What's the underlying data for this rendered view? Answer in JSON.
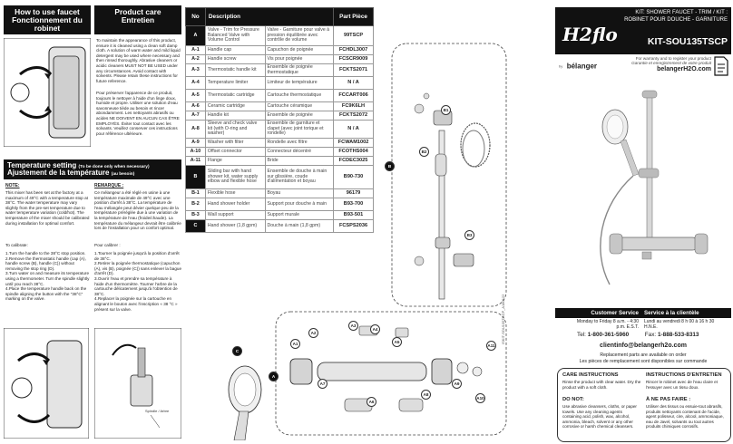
{
  "left": {
    "how_to_use_en": "How to use faucet",
    "how_to_use_fr": "Fonctionnement du robinet",
    "note_en": "NOTE:",
    "note_fr": "REMARQUE :",
    "temp_title_en": "Temperature setting",
    "temp_title_note_en": "(To be done only when necessary)",
    "temp_title_fr": "Ajustement de la température",
    "temp_title_note_fr": "(au besoin)",
    "temp_body_en": "This mixer has been set at the factory at a maximum of 49°C with a temperature stop at 38°C. The water temperature may vary slightly from the pre-set temperature due to water temperature variation (cold/hot). The temperature of the mixer should be calibrated during installation for optimal comfort.",
    "calibrate_en": "To calibrate:",
    "steps_en": "1.Turn the handle to the 38°C stop position.\n2.Remove the thermostatic handle (cap (A), handle screw (B), handle (C)) without removing the stop ring (D).\n3.Turn water on and measure its temperature using a thermometer. Turn the spindle slightly until you reach 38°C.\n4.Place the temperature handle back on the spindle aligning the button with the \"38°C\" marking on the valve.",
    "temp_body_fr": "Ce mélangeur a été réglé en usine à une température maximale de 49°C avec une position d'arrêt à 38°C. La température de l'eau mélangée peut dévier quelque peu de la température préréglée due à une variation de la température de l'eau (froide/chaude). La température du mélangeur devrait être calibrée lors de l'installation pour un confort optimal.",
    "calibrate_fr": "Pour calibrer :",
    "steps_fr": "1.Tourner la poignée jusqu'à la position d'arrêt de 38°C.\n2.Retirer la poignée thermostatique (capuchon (A), vis (B), poignée (C)) sans enlever la bague d'arrêt (D).\n3.Ouvrir l'eau et prendre sa température à l'aide d'un thermomètre. Tourner l'arbre de la cartouche délicatement jusqu'à l'obtention de 38°C.\n4.Replacer la poignée sur la cartouche en alignant le bouton avec l'inscription « 38 °C » présent sur la valve.",
    "spindle_label": "Spindle / Arbre"
  },
  "care": {
    "title_en": "Product care",
    "title_fr": "Entretien",
    "body_en": "To maintain the appearance of this product, ensure it is cleaned using a clean soft damp cloth. A solution of warm water and mild liquid detergent may be used where necessary and then rinsed thoroughly. Abrasive cleaners or acidic cleaners MUST NOT BE USED under any circumstances. Avoid contact with solvents. Please retain these instructions for future reference.",
    "body_fr": "Pour préserver l'apparence de ce produit, toujours le nettoyer à l'aide d'un linge doux, humide et propre. Utiliser une solution d'eau savonneuse tiède au besoin et rincer abondamment. Les nettoyants abrasifs ou acides NE DOIVENT EN AUCUN CAS ÊTRE EMPLOYÉS. Éviter tout contact avec les solvants. Veuillez conserver ces instructions pour référence ultérieure."
  },
  "table": {
    "headers": [
      "No",
      "Description",
      "Part Pièce"
    ],
    "rows": [
      {
        "no": "A",
        "dark": true,
        "desc": "Valve - Trim for Pressure Balanced Valve with Volume Control",
        "fr": "Valve - Garniture pour valve à pression équilibrée avec contrôle de volume",
        "part": "99TSCP"
      },
      {
        "no": "A-1",
        "dark": false,
        "desc": "Handle cap",
        "fr": "Capuchon de poignée",
        "part": "FCHDL3007"
      },
      {
        "no": "A-2",
        "dark": false,
        "desc": "Handle screw",
        "fr": "Vis pour poignée",
        "part": "FCSCR9009"
      },
      {
        "no": "A-3",
        "dark": false,
        "desc": "Thermostatic handle kit",
        "fr": "Ensemble de poignée thermostatique",
        "part": "FCKTS2071"
      },
      {
        "no": "A-4",
        "dark": false,
        "desc": "Temperature limiter",
        "fr": "Limiteur de température",
        "part": "N / A"
      },
      {
        "no": "A-5",
        "dark": false,
        "desc": "Thermostatic cartridge",
        "fr": "Cartouche thermostatique",
        "part": "FCCART006"
      },
      {
        "no": "A-6",
        "dark": false,
        "desc": "Ceramic cartridge",
        "fr": "Cartouche céramique",
        "part": "FC9K6LH"
      },
      {
        "no": "A-7",
        "dark": false,
        "desc": "Handle kit",
        "fr": "Ensemble de poignée",
        "part": "FCKTS2072"
      },
      {
        "no": "A-8",
        "dark": false,
        "desc": "Sleeve and check valve kit (with O-ring and washer)",
        "fr": "Ensemble de garniture et clapet (avec joint torique et rondelle)",
        "part": "N / A"
      },
      {
        "no": "A-9",
        "dark": false,
        "desc": "Washer with filter",
        "fr": "Rondelle avec filtre",
        "part": "FCWAM1002"
      },
      {
        "no": "A-10",
        "dark": false,
        "desc": "Offset connector",
        "fr": "Connecteur décentré",
        "part": "FCOTHS004"
      },
      {
        "no": "A-11",
        "dark": false,
        "desc": "Flange",
        "fr": "Bride",
        "part": "FCDEC3025"
      },
      {
        "no": "B",
        "dark": true,
        "desc": "Sliding bar with hand shower kit, water supply elbow and flexible hose",
        "fr": "Ensemble de douche à main sur glissière, coude d'alimentation et boyau",
        "part": "B90-730"
      },
      {
        "no": "B-1",
        "dark": false,
        "desc": "Flexible hose",
        "fr": "Boyau",
        "part": "96179"
      },
      {
        "no": "B-2",
        "dark": false,
        "desc": "Hand shower holder",
        "fr": "Support pour douche à main",
        "part": "B93-700"
      },
      {
        "no": "B-3",
        "dark": false,
        "desc": "Wall support",
        "fr": "Support murale",
        "part": "B93-501"
      },
      {
        "no": "C",
        "dark": true,
        "desc": "Hand shower (1,8 gpm)",
        "fr": "Douche à main (1,8 gpm)",
        "part": "FCSPS2036"
      }
    ]
  },
  "brand": {
    "kit_en": "KIT: SHOWER FAUCET - TRIM / KIT : ROBINET POUR DOUCHE - GARNITURE",
    "model": "KIT-SOU135TSCP",
    "logo_h2": "H2flo",
    "by": "by",
    "belanger": "bélanger",
    "warranty_en": "For warranty and to register your product",
    "warranty_fr": "Garantie et enregistrement de votre produit",
    "website": "belangerH2O.com"
  },
  "service": {
    "title_en": "Customer Service",
    "title_fr": "Service à la clientèle",
    "hours_en": "Monday to Friday 8 a.m. - 4:30 p.m. E.S.T.",
    "hours_fr": "Lundi au vendredi 8 h 00 à 16 h 30 H.N.E.",
    "tel_label": "Tel:",
    "tel": "1-800-361-5960",
    "fax_label": "Fax:",
    "fax": "1-888-533-8313",
    "email": "clientinfo@belangerh2o.com",
    "parts_en": "Replacement parts are available on order",
    "parts_fr": "Les pièces de remplacement sont disponibles sur commande"
  },
  "care_instructions": {
    "title_en": "CARE INSTRUCTIONS",
    "body_en": "Rinse the product with clear water. Dry the product with a soft cloth.",
    "donot_en": "DO NOT:",
    "donot_body_en": "Use abrasive cleansers, cloths, or paper towels. Use any cleaning agents containing acid, polish, wax, alcohol, ammonia, bleach, solvent or any other corrosive or harsh chemical cleansers.",
    "title_fr": "INSTRUCTIONS D'ENTRETIEN",
    "body_fr": "Rincer le robinet avec de l'eau claire et l'essuyer avec un tissu doux.",
    "donot_fr": "À NE PAS FAIRE :",
    "donot_body_fr": "Utiliser des tissus ou essuie-tout abrasifs, produits nettoyants contenant de l'acide, agent polisseur, cire, alcool, ammoniaque, eau de Javel, solvants ou tout autres produits chimiques corrosifs."
  },
  "diagram": {
    "labels": [
      "A",
      "A1",
      "A2",
      "A3",
      "A4",
      "A5",
      "A6",
      "A7",
      "A8",
      "A9",
      "A10",
      "A11",
      "B",
      "B1",
      "B2",
      "B3",
      "C"
    ]
  },
  "doc_code": "ISKIT-SOU135TSCP_A180122"
}
